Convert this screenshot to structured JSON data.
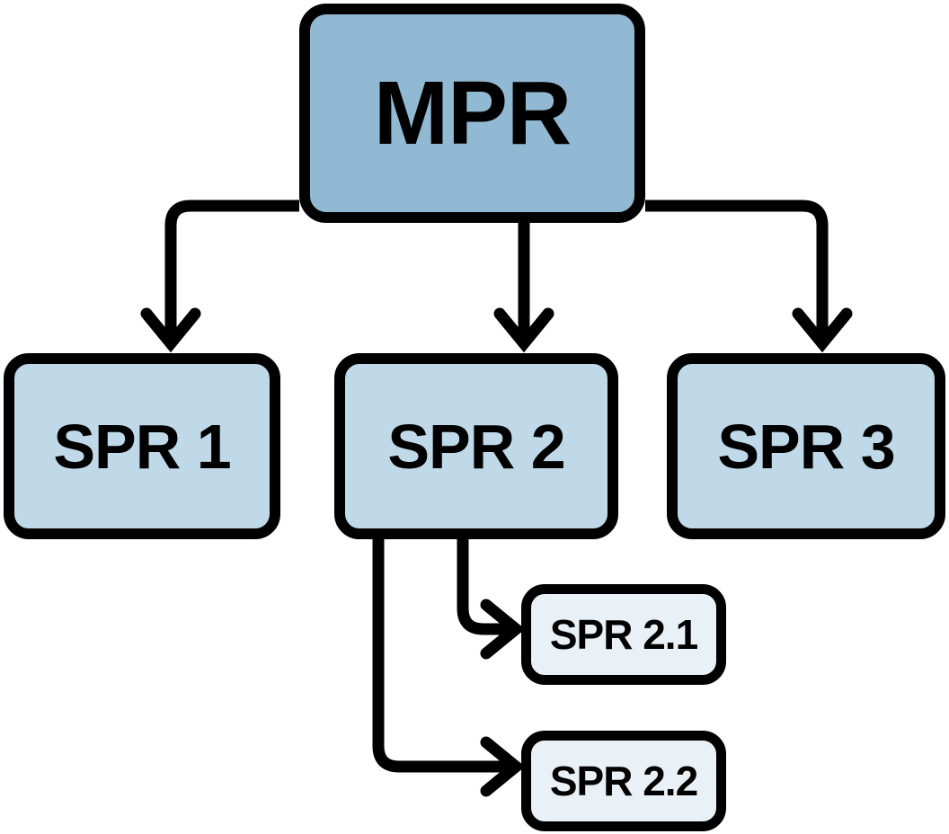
{
  "diagram": {
    "type": "tree",
    "title": "",
    "nodes": [
      {
        "id": "mpr",
        "label": "MPR",
        "level": 0,
        "fill": "#92b9d3"
      },
      {
        "id": "spr1",
        "label": "SPR 1",
        "level": 1,
        "fill": "#c0d9e8"
      },
      {
        "id": "spr2",
        "label": "SPR 2",
        "level": 1,
        "fill": "#c0d9e8"
      },
      {
        "id": "spr3",
        "label": "SPR 3",
        "level": 1,
        "fill": "#c0d9e8"
      },
      {
        "id": "spr21",
        "label": "SPR 2.1",
        "level": 2,
        "fill": "#e9f1f7"
      },
      {
        "id": "spr22",
        "label": "SPR 2.2",
        "level": 2,
        "fill": "#e9f1f7"
      }
    ],
    "edges": [
      {
        "from": "mpr",
        "to": "spr1",
        "style": "elbow-down-arrow"
      },
      {
        "from": "mpr",
        "to": "spr2",
        "style": "straight-down-arrow"
      },
      {
        "from": "mpr",
        "to": "spr3",
        "style": "elbow-down-arrow"
      },
      {
        "from": "spr2",
        "to": "spr21",
        "style": "elbow-right-arrow"
      },
      {
        "from": "spr2",
        "to": "spr22",
        "style": "elbow-right-arrow"
      }
    ],
    "colors": {
      "stroke": "#000000",
      "background": "#ffffff",
      "root_fill": "#92b9d3",
      "child_fill": "#c0d9e8",
      "grandchild_fill": "#e9f1f7"
    }
  }
}
